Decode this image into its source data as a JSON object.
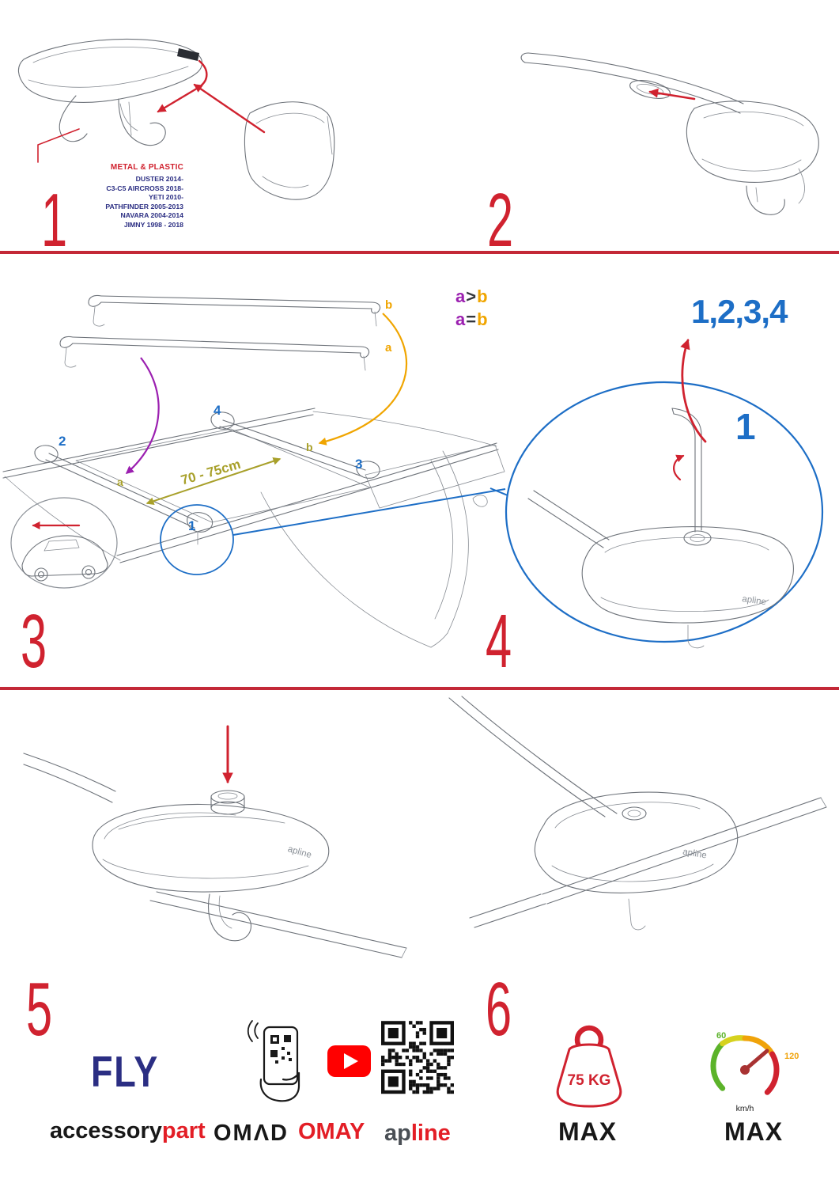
{
  "colors": {
    "accent_red": "#d0222f",
    "accent_blue": "#1d6ec6",
    "navy": "#2b2e83",
    "purple": "#9b1fb0",
    "orange": "#f0a500",
    "olive": "#a8a02a"
  },
  "step1": {
    "number": "1",
    "material_label": "METAL & PLASTIC",
    "models": [
      "DUSTER 2014-",
      "C3-C5 AIRCROSS 2018-",
      "YETI 2010-",
      "PATHFINDER 2005-2013",
      "NAVARA 2004-2014",
      "JIMNY 1998 - 2018"
    ]
  },
  "step2": {
    "number": "2"
  },
  "step3": {
    "number": "3",
    "bar_b_label": "b",
    "bar_a_label": "a",
    "roof_b_label": "b",
    "roof_a_label": "a",
    "legend": {
      "a": "a",
      "gt": ">",
      "eq": "=",
      "b": "b"
    },
    "distance": "70 - 75cm",
    "clamp_front_left": "2",
    "clamp_rear_left": "4",
    "clamp_rear_right": "3",
    "clamp_front_right": "1"
  },
  "step4": {
    "number": "4",
    "tighten_sequence": "1,2,3,4",
    "first_clamp": "1"
  },
  "step5": {
    "number": "5"
  },
  "step6": {
    "number": "6"
  },
  "branding": {
    "product": "FLY",
    "accessory": "accessory",
    "part": "part",
    "omad": "OMΛD",
    "omay": "OMAY",
    "apline_ap": "ap",
    "apline_line": "line",
    "apline_mark": "apline"
  },
  "limits": {
    "weight": "75 KG",
    "max_label": "MAX",
    "speed_low": "60",
    "speed_high": "120",
    "speed_unit": "km/h"
  }
}
